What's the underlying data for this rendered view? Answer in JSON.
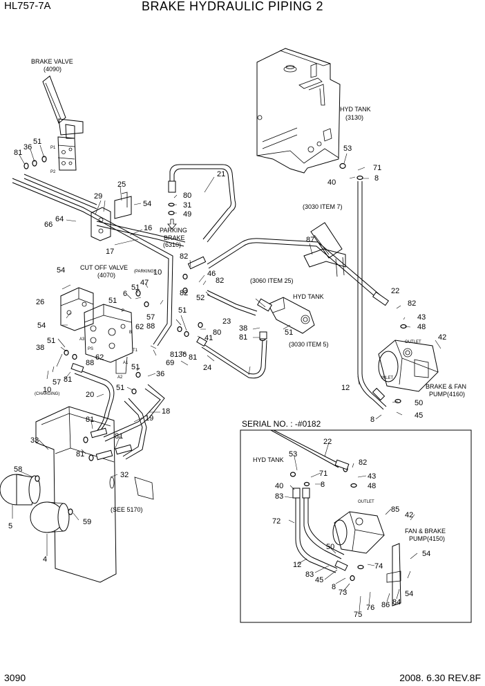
{
  "header": {
    "model": "HL757-7A",
    "title": "BRAKE HYDRAULIC PIPING 2"
  },
  "footer": {
    "page": "3090",
    "date_rev": "2008. 6.30  REV.8F"
  },
  "labels": {
    "brake_valve": "BRAKE VALVE",
    "brake_valve_ref": "(4090)",
    "hyd_tank": "HYD TANK",
    "hyd_tank_ref": "(3130)",
    "parking": "PARKING",
    "brake": "BRAKE",
    "parking_ref": "(6310)",
    "cut_off_valve": "CUT OFF VALVE",
    "cut_off_ref": "(4070)",
    "parking_small": "(PARKING)",
    "item7": "(3030 ITEM 7)",
    "item25": "(3060 ITEM 25)",
    "hyd_tank_mid": "HYD TANK",
    "item5": "(3030  ITEM 5)",
    "outlet": "OUTLET",
    "inlet": "INLET",
    "bfp1": "BRAKE & FAN",
    "bfp2": "PUMP(4160)",
    "charging": "(CHARGING)",
    "see5170": "(SEE 5170)",
    "serial": "SERIAL NO. : -#0182",
    "hyd_tank_box": "HYD TANK",
    "outlet_box": "OUTLET",
    "fbp1": "FAN & BRAKE",
    "fbp2": "PUMP(4150)",
    "port_p1": "P1",
    "port_p2": "P2",
    "port_a1": "A1",
    "port_a2": "A2",
    "port_a3": "A3",
    "port_ps": "PS",
    "port_b": "B",
    "port_p": "P",
    "port_t1": "T1"
  },
  "callouts": {
    "c81a": "81",
    "c36a": "36",
    "c51a": "51",
    "c25": "25",
    "c29": "29",
    "c54a": "54",
    "c16": "16",
    "c17": "17",
    "c64": "64",
    "c66": "66",
    "c21": "21",
    "c80a": "80",
    "c31": "31",
    "c49": "49",
    "c53a": "53",
    "c71a": "71",
    "c8a": "8",
    "c40a": "40",
    "c87": "87",
    "c82a": "82",
    "c46": "46",
    "c82b": "82",
    "c52": "52",
    "c54b": "54",
    "c10a": "10",
    "c47": "47",
    "c6": "6",
    "c51b": "51",
    "c26": "26",
    "c51c": "51",
    "c57a": "57",
    "c88a": "88",
    "c62a": "62",
    "c54c": "54",
    "c82c": "82",
    "c51d": "51",
    "c23": "23",
    "c80b": "80",
    "c41": "41",
    "c38a": "38",
    "c81b": "81",
    "c51e": "51",
    "c22a": "22",
    "c82d": "82",
    "c43a": "43",
    "c48a": "48",
    "c42a": "42",
    "c81c": "81",
    "c36b": "36",
    "c81d": "81",
    "c69": "69",
    "c24": "24",
    "c38b": "38",
    "c51f": "51",
    "c88b": "88",
    "c62b": "62",
    "c10b": "10",
    "c57b": "57",
    "c81e": "81",
    "c51g": "51",
    "c36c": "36",
    "c51h": "51",
    "c20": "20",
    "c18": "18",
    "c19": "19",
    "c12a": "12",
    "c50a": "50",
    "c8b": "8",
    "c45a": "45",
    "c81f": "81",
    "c81g": "81",
    "c81h": "81",
    "c33": "33",
    "c58": "58",
    "c32": "32",
    "c5": "5",
    "c59": "59",
    "c4": "4",
    "c22b": "22",
    "c53b": "53",
    "c82e": "82",
    "c71b": "71",
    "c43b": "43",
    "c40b": "40",
    "c48b": "48",
    "c8c": "8",
    "c83a": "83",
    "c72": "72",
    "c85": "85",
    "c42b": "42",
    "c50b": "50",
    "c54d": "54",
    "c12b": "12",
    "c74": "74",
    "c83b": "83",
    "c45b": "45",
    "c8d": "8",
    "c73": "73",
    "c54e": "54",
    "c75": "75",
    "c76": "76",
    "c86": "86",
    "c84": "84"
  }
}
